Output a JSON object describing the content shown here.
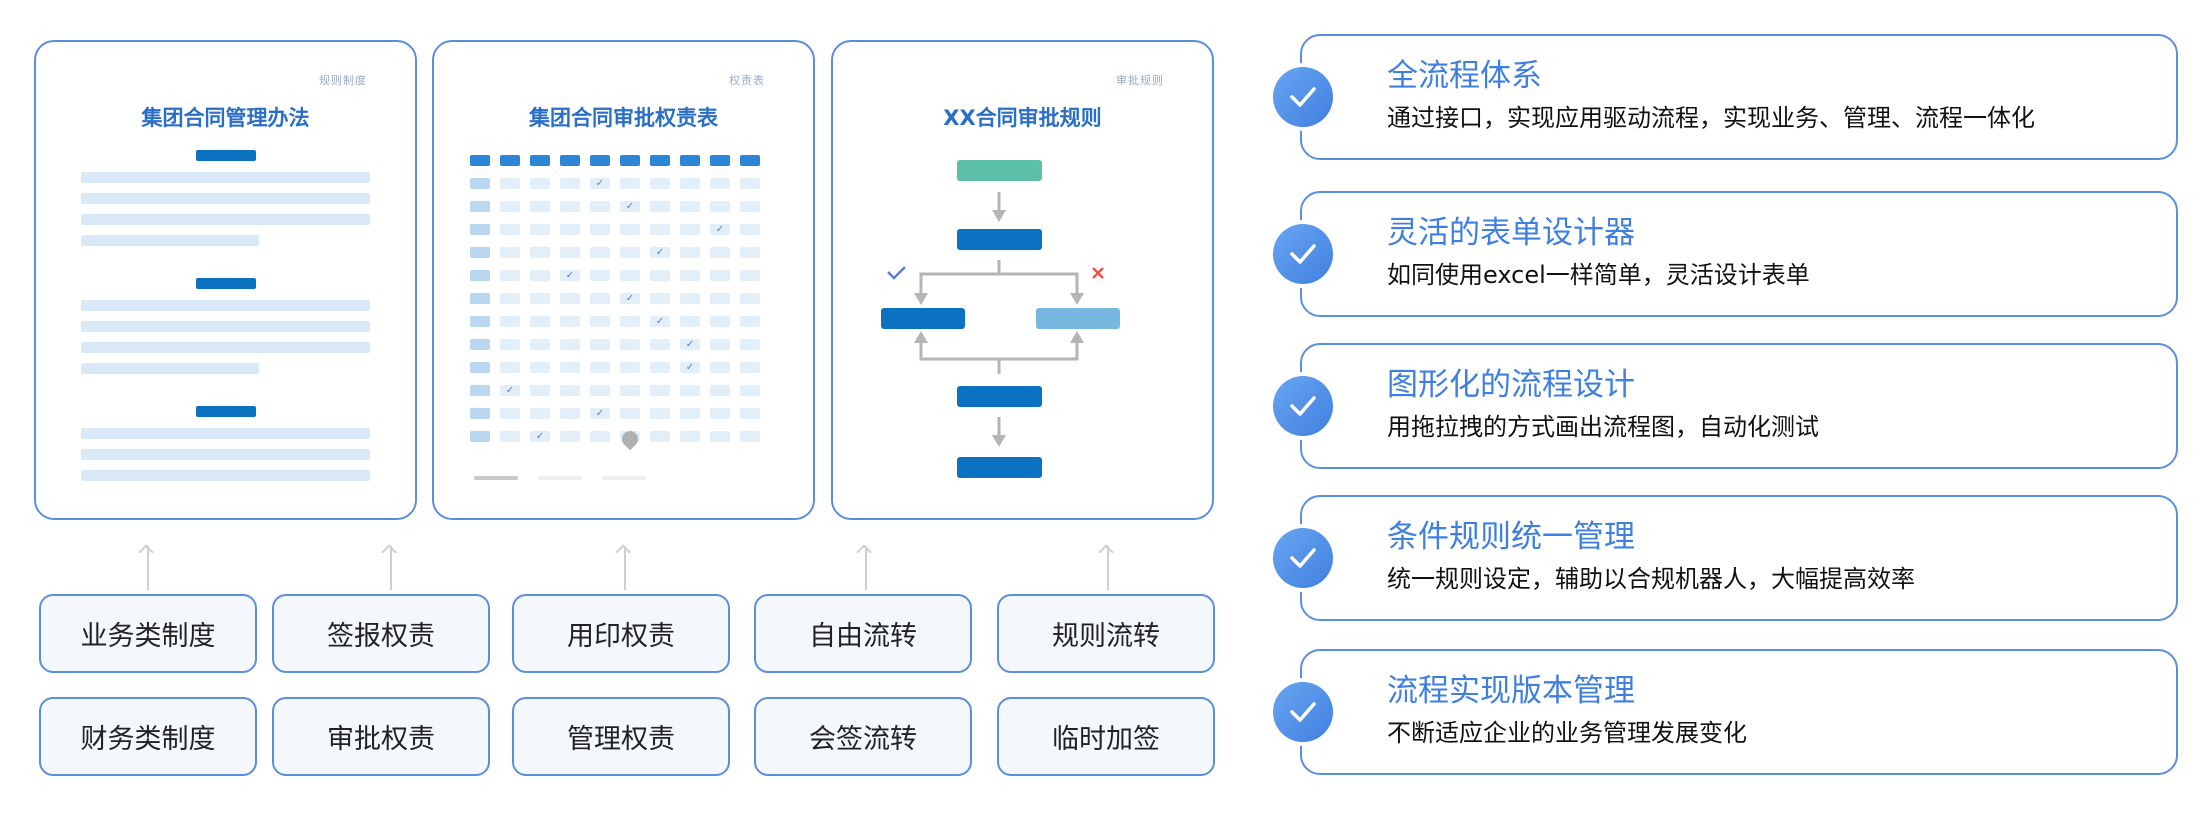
{
  "colors": {
    "accent": "#3f7fe0",
    "border": "#5b8fdc",
    "doc_heading": "#0a72c0",
    "doc_line": "#d9e9f8",
    "flow_start": "#5cc0a8",
    "flow_node": "#0a72c0",
    "flow_node_light": "#78b8e0",
    "reject": "#f05050"
  },
  "panels": [
    {
      "tag": "规则制度",
      "title": "集团合同管理办法",
      "sections": [
        4,
        4,
        3
      ]
    },
    {
      "tag": "权责表",
      "title": "集团合同审批权责表",
      "columns": 10,
      "rows": 12,
      "checks": [
        [
          1,
          4
        ],
        [
          2,
          5
        ],
        [
          3,
          8
        ],
        [
          4,
          6
        ],
        [
          5,
          3
        ],
        [
          6,
          5
        ],
        [
          7,
          6
        ],
        [
          8,
          7
        ],
        [
          9,
          7
        ],
        [
          10,
          1
        ],
        [
          11,
          4
        ],
        [
          12,
          2
        ]
      ],
      "pin": [
        12,
        5
      ]
    },
    {
      "tag": "审批规则",
      "title": "XX合同审批规则",
      "approve_icon": "check-icon",
      "reject_icon": "cross-icon"
    }
  ],
  "buttons": {
    "row1": [
      "业务类制度",
      "签报权责",
      "用印权责",
      "自由流转",
      "规则流转"
    ],
    "row2": [
      "财务类制度",
      "审批权责",
      "管理权责",
      "会签流转",
      "临时加签"
    ]
  },
  "features": [
    {
      "icon": "check-circle-icon",
      "title": "全流程体系",
      "desc": "通过接口，实现应用驱动流程，实现业务、管理、流程一体化"
    },
    {
      "icon": "check-circle-icon",
      "title": "灵活的表单设计器",
      "desc": "如同使用excel一样简单，灵活设计表单"
    },
    {
      "icon": "check-circle-icon",
      "title": "图形化的流程设计",
      "desc": "用拖拉拽的方式画出流程图，自动化测试"
    },
    {
      "icon": "check-circle-icon",
      "title": "条件规则统一管理",
      "desc": "统一规则设定，辅助以合规机器人，大幅提高效率"
    },
    {
      "icon": "check-circle-icon",
      "title": "流程实现版本管理",
      "desc": "不断适应企业的业务管理发展变化"
    }
  ]
}
